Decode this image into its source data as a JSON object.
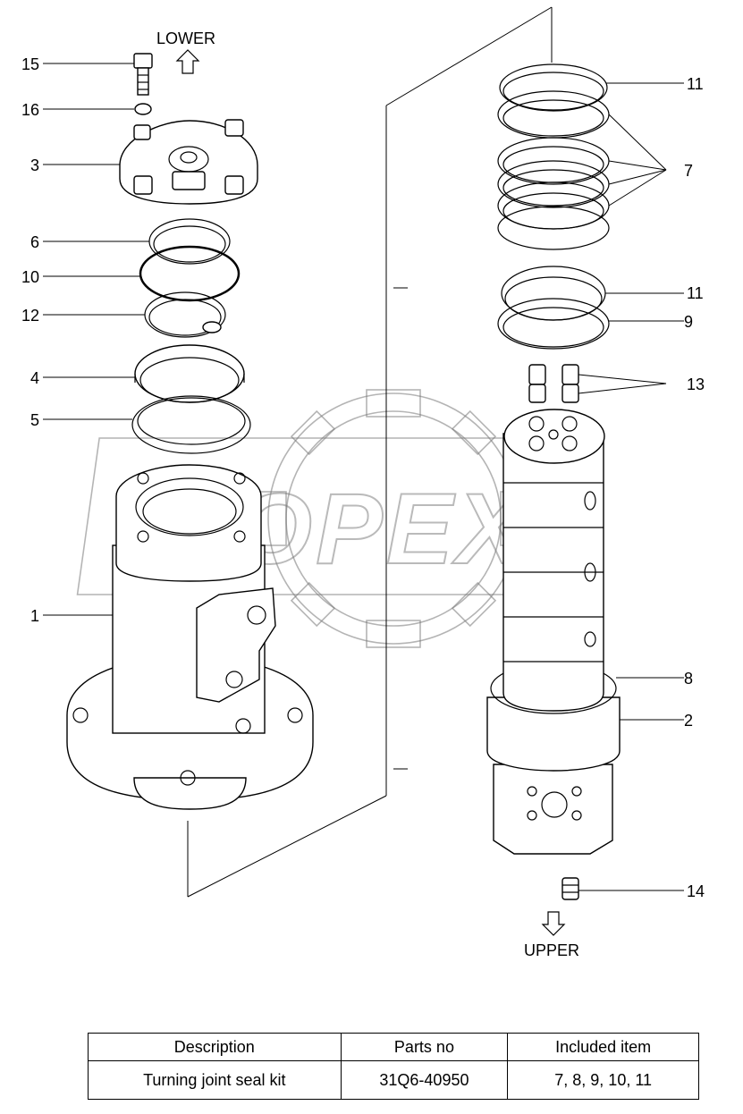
{
  "directions": {
    "lower": "LOWER",
    "upper": "UPPER"
  },
  "callouts": [
    "15",
    "16",
    "3",
    "6",
    "10",
    "12",
    "4",
    "5",
    "1",
    "11",
    "7",
    "11",
    "9",
    "13",
    "8",
    "2",
    "14"
  ],
  "watermark": "OPEX",
  "kit_table": {
    "headers": [
      "Description",
      "Parts no",
      "Included item"
    ],
    "rows": [
      [
        "Turning joint seal kit",
        "31Q6-40950",
        "7, 8, 9, 10, 11"
      ]
    ]
  }
}
